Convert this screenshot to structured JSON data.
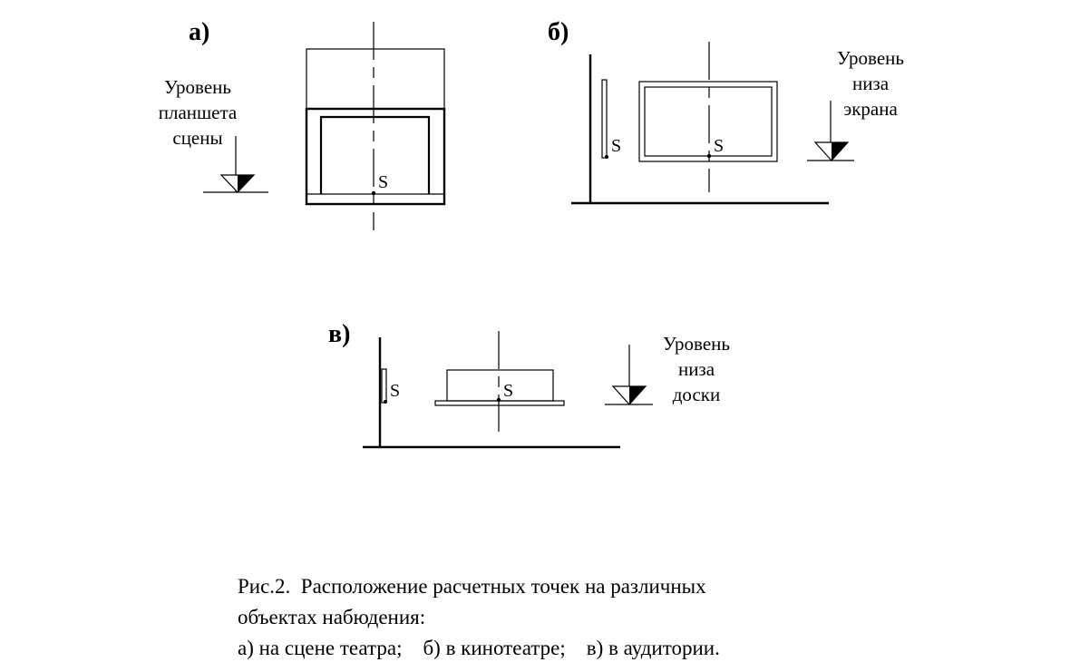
{
  "panels": {
    "a": {
      "label": "а)",
      "level_lines": [
        "Уровень",
        "планшета",
        "сцены"
      ],
      "point_label": "S"
    },
    "b": {
      "label": "б)",
      "level_lines": [
        "Уровень",
        "низа",
        "экрана"
      ],
      "point_label_left": "S",
      "point_label_center": "S"
    },
    "v": {
      "label": "в)",
      "level_lines": [
        "Уровень",
        "низа",
        "доски"
      ],
      "point_label_left": "S",
      "point_label_center": "S"
    }
  },
  "caption": {
    "line1": "Рис.2.  Расположение расчетных точек на различных",
    "line2": "объектах набюдения:",
    "line3": "а) на сцене театра;    б) в кинотеатре;    в) в аудитории."
  },
  "colors": {
    "ink": "#000000",
    "paper": "#ffffff"
  }
}
